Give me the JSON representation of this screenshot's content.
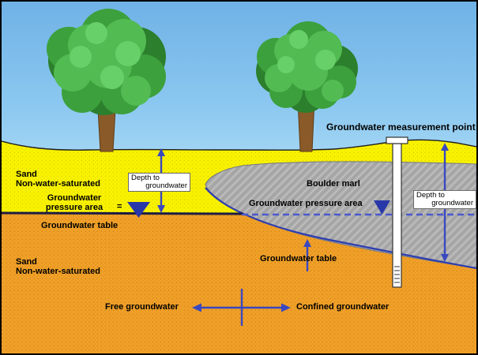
{
  "title": "Groundwater cross-section diagram",
  "layers": {
    "sand_top": {
      "line1": "Sand",
      "line2": "Non-water-saturated"
    },
    "boulder_marl": "Boulder marl",
    "sand_bottom": {
      "line1": "Sand",
      "line2": "Non-water-saturated"
    }
  },
  "annotations": {
    "pressure_left": {
      "line1": "Groundwater",
      "line2": "pressure area",
      "equals": "="
    },
    "table_left": "Groundwater table",
    "depth_left": {
      "line1": "Depth to",
      "line2": "groundwater"
    },
    "measurement_point": "Groundwater measurement point",
    "pressure_right": "Groundwater pressure area",
    "depth_right": {
      "line1": "Depth to",
      "line2": "groundwater"
    },
    "table_bottom": "Groundwater table",
    "flow_left": "Free groundwater",
    "flow_right": "Confined groundwater"
  },
  "icons": {
    "water_table_symbol_left": "triangle-down-blue",
    "water_table_symbol_right": "triangle-down-blue",
    "depth_arrow_left": "double-headed-vertical-arrow",
    "depth_arrow_right": "double-headed-vertical-arrow",
    "table_pointer": "up-arrow",
    "flow_arrows": "double-headed-horizontal-arrow-with-divider"
  },
  "colors": {
    "sky_top": "#6fb2e6",
    "sky_bottom": "#d9f2fa",
    "sand_unsaturated": "#f8f400",
    "sand_saturated": "#f0a028",
    "boulder_marl": "#ababab",
    "groundwater_table_line": "#1c1c44",
    "marl_water_boundary": "#2e3eae",
    "dashed_pressure_line": "#4a58cc",
    "arrow_blue": "#3a48c0",
    "tree_foliage": "#3ca03c",
    "tree_trunk": "#8a5a28",
    "well_casing": "#ffffff",
    "label_text": "#000000",
    "box_background": "#ffffff"
  }
}
